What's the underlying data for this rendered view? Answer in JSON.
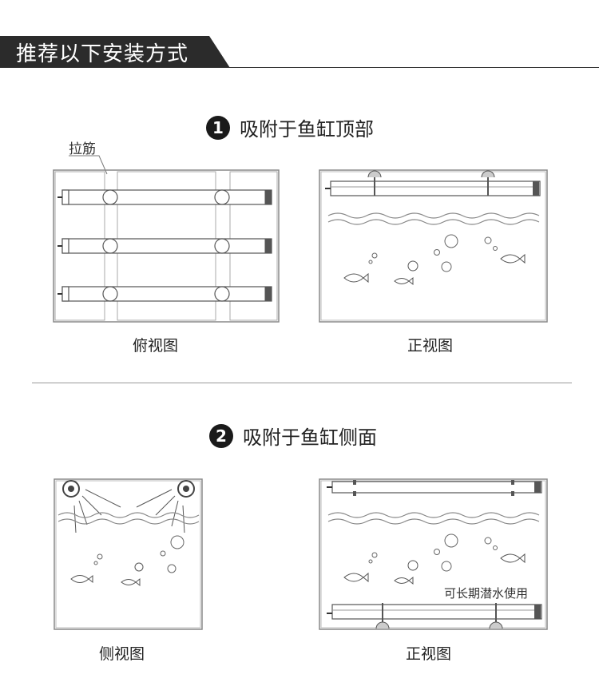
{
  "header": {
    "title": "推荐以下安装方式",
    "bg_color": "#2b2b2b"
  },
  "section1": {
    "number": "1",
    "title": "吸附于鱼缸顶部",
    "label_rib": "拉筋",
    "caption_left": "俯视图",
    "caption_right": "正视图"
  },
  "section2": {
    "number": "2",
    "title": "吸附于鱼缸侧面",
    "caption_left": "侧视图",
    "caption_right": "正视图",
    "note": "可长期潜水使用"
  }
}
